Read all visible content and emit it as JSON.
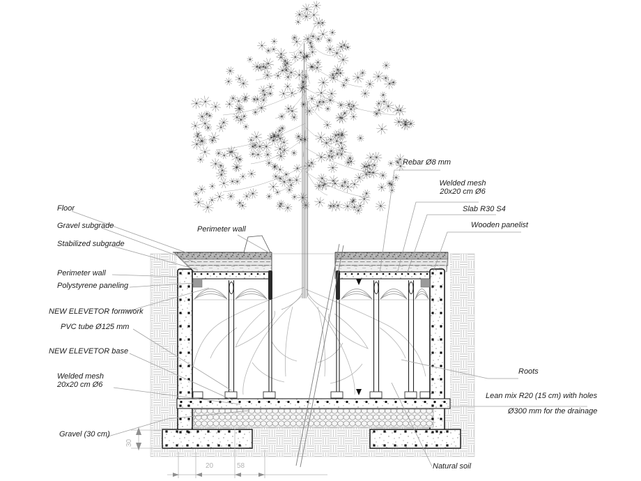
{
  "labels": {
    "floor": "Floor",
    "gravel_subgrade": "Gravel subgrade",
    "stabilized_subgrade": "Stabilized subgrade",
    "perimeter_wall_left": "Perimeter wall",
    "polystyrene_paneling": "Polystyrene paneling",
    "new_elevetor_formwork": "NEW ELEVETOR formwork",
    "pvc_tube": "PVC tube Ø125 mm",
    "new_elevetor_base": "NEW ELEVETOR base",
    "welded_mesh_line1": "Welded mesh",
    "welded_mesh_line2": "20x20 cm Ø6",
    "gravel_30": "Gravel (30 cm)",
    "perimeter_wall_center": "Perimeter wall",
    "rebar": "Rebar Ø8 mm",
    "welded_mesh_right_line1": "Welded mesh",
    "welded_mesh_right_line2": "20x20 cm Ø6",
    "slab": "Slab R30 S4",
    "wooden_panelist": "Wooden panelist",
    "roots": "Roots",
    "lean_mix_line1": "Lean mix R20 (15 cm) with holes",
    "lean_mix_line2": "Ø300 mm for the drainage",
    "natural_soil": "Natural soil"
  },
  "dimensions": {
    "vertical_30": "30",
    "dim_20": "20",
    "dim_58": "58"
  },
  "colors": {
    "background": "#ffffff",
    "ink": "#1c1c1c",
    "leader": "#9e9e9e",
    "hatch": "#c8c8c8",
    "dim": "#b4b4b4",
    "concrete_speckle": "#808080",
    "panel_gray": "#9a9a9a"
  }
}
